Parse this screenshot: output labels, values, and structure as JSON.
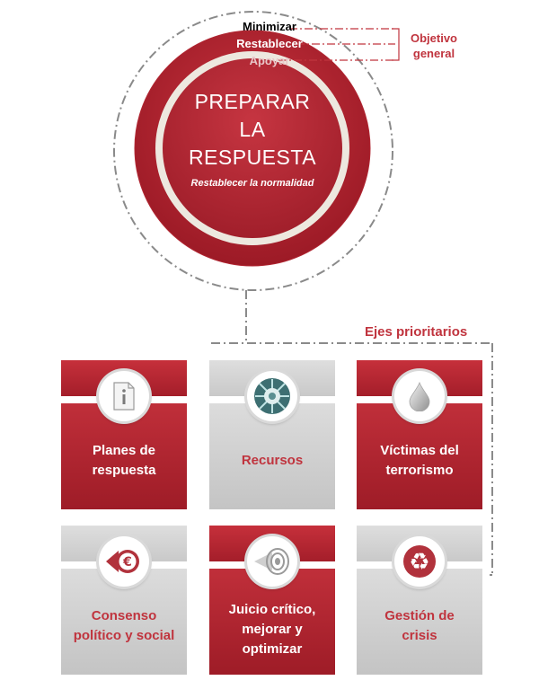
{
  "header": {
    "level1": "Minimizar",
    "level2": "Restablecer",
    "level3": "Apoyar",
    "objetivo_line1": "Objetivo",
    "objetivo_line2": "general"
  },
  "center": {
    "title_line1": "PREPARAR",
    "title_line2": "LA",
    "title_line3": "RESPUESTA",
    "subtitle": "Restablecer la normalidad"
  },
  "ejes_label": "Ejes prioritarios",
  "cards": [
    {
      "line1": "Planes de",
      "line2": "respuesta",
      "line3": "",
      "icon": "info-document-icon",
      "theme": "red"
    },
    {
      "line1": "Recursos",
      "line2": "",
      "line3": "",
      "icon": "resources-sphere-icon",
      "theme": "grey"
    },
    {
      "line1": "Víctimas del",
      "line2": "terrorismo",
      "line3": "",
      "icon": "drop-icon",
      "theme": "red"
    },
    {
      "line1": "Consenso",
      "line2": "político y social",
      "line3": "",
      "icon": "euro-icon",
      "theme": "grey"
    },
    {
      "line1": "Juicio crítico,",
      "line2": "mejorar y",
      "line3": "optimizar",
      "icon": "target-eye-icon",
      "theme": "red"
    },
    {
      "line1": "Gestión de",
      "line2": "crisis",
      "line3": "",
      "icon": "recycle-icon",
      "theme": "grey"
    }
  ],
  "colors": {
    "accent": "#c0343e",
    "grey": "#d4d4d4",
    "ring": "#ede8df"
  }
}
